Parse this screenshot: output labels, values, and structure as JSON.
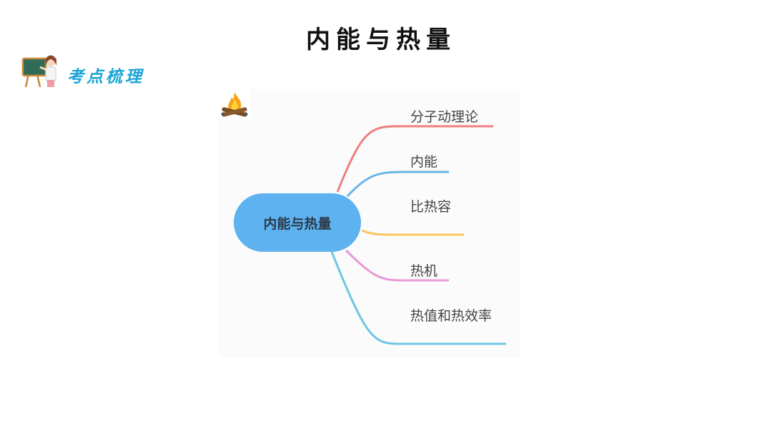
{
  "slide": {
    "title": "内能与热量",
    "section_label": "考点梳理"
  },
  "mindmap": {
    "center_label": "内能与热量",
    "branches": [
      {
        "label": "分子动理论",
        "color": "#ef7f7f"
      },
      {
        "label": "内能",
        "color": "#6ab4e8",
        "icon": "campfire-icon"
      },
      {
        "label": "比热容",
        "color": "#6ab4e8"
      },
      {
        "label": "",
        "color": "#f6c760"
      },
      {
        "label": "热机",
        "color": "#e89ad8"
      },
      {
        "label": "热值和热效率",
        "color": "#6ec6e4"
      }
    ]
  },
  "icons": {
    "teacher": "teacher-at-blackboard-icon",
    "fire": "campfire-icon"
  },
  "colors": {
    "section_label": "#1aa4d6",
    "center_node": "#5db2ef"
  }
}
